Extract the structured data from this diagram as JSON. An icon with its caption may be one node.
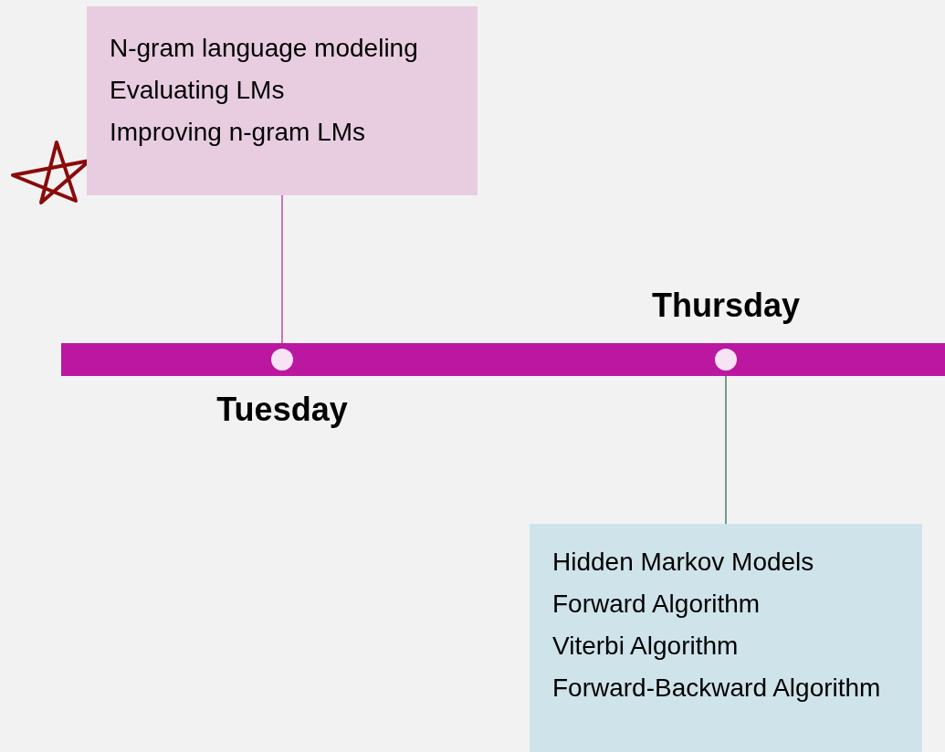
{
  "diagram": {
    "nodes": [
      {
        "text": [
          "N-gram language modeling",
          "Evaluating LMs",
          "Improving n-gram LMs"
        ]
      },
      {
        "text": [],
        "shape": "bar"
      },
      {
        "text": [],
        "shape": "circle",
        "in": 1,
        "beside": [
          "Tuesday"
        ]
      },
      {
        "text": [],
        "shape": "circle",
        "in": 1,
        "beside": [
          "Thursday"
        ]
      },
      {
        "text": [
          "Hidden Markov Models",
          "Forward Algorithm",
          "Viterbi Algorithm",
          "Forward-Backward Algorithm"
        ]
      }
    ],
    "edges": [
      {
        "from": 0,
        "to": 2,
        "arrow": "none",
        "color": "#b0309a"
      },
      {
        "from": 3,
        "to": 4,
        "arrow": "none",
        "color": "#2e6b4f"
      }
    ]
  }
}
